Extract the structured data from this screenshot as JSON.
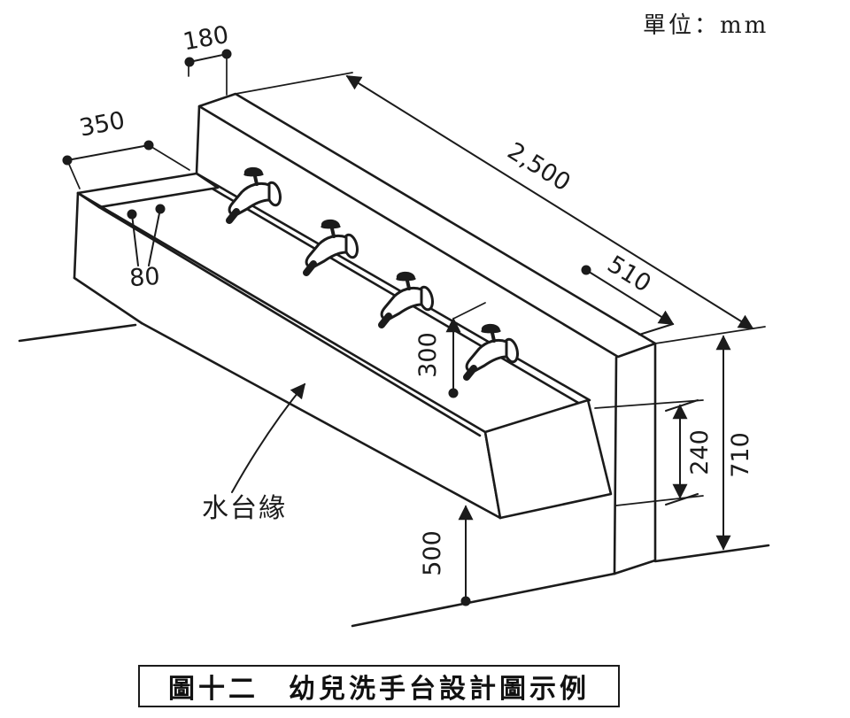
{
  "page": {
    "background": "#ffffff",
    "ink_color": "#1b1b1b"
  },
  "header": {
    "unit_label": "單位：mm"
  },
  "drawing": {
    "faucet_count": 4,
    "part_label": "水台緣",
    "dimensions_mm": {
      "wall_top_width": "180",
      "basin_end_depth": "350",
      "rim_edge_width": "80",
      "overall_length": "2,500",
      "right_end_length": "510",
      "spout_height": "300",
      "basin_side_height": "240",
      "overall_height": "710",
      "under_clearance": "500"
    }
  },
  "caption": {
    "text": "圖十二　幼兒洗手台設計圖示例"
  }
}
